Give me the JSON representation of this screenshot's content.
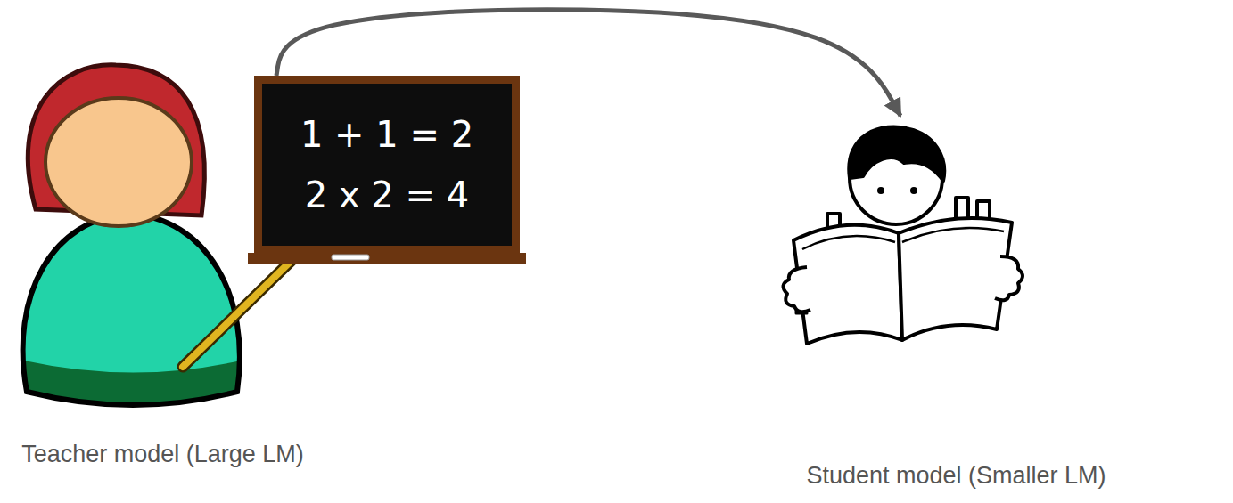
{
  "diagram": {
    "nodes": [
      {
        "text": [
          "Teacher model (Large LM)"
        ]
      },
      {
        "text": [
          "1 + 1 = 2",
          "2 x 2 = 4"
        ]
      },
      {
        "text": [
          "Student model (Smaller LM)"
        ]
      }
    ],
    "edges": [
      {
        "from": 1,
        "to": 2,
        "arrow": "to"
      }
    ]
  }
}
